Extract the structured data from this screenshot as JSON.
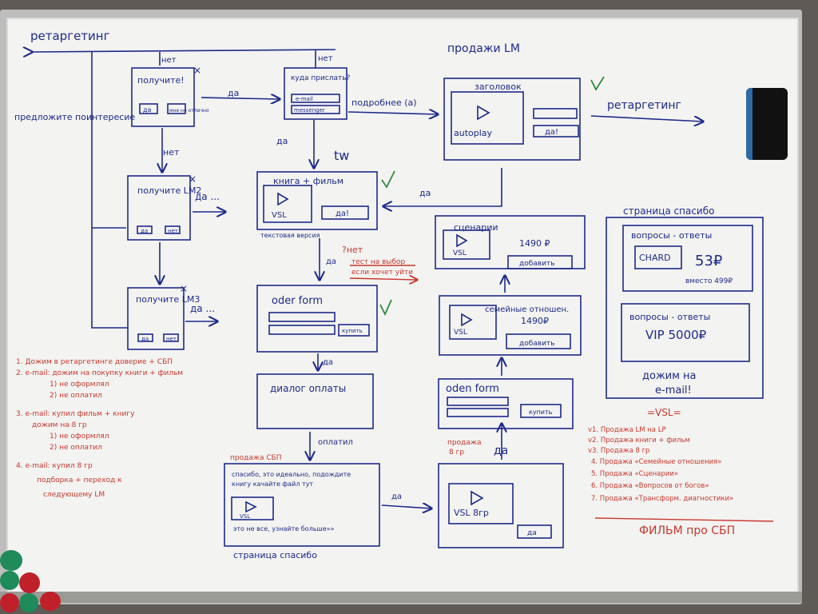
{
  "retargeting_top": "ретаргетинг",
  "offer_interest": "предложите поинтересие",
  "sales_lm_title": "продажи LM",
  "lm_page": {
    "header": "заголовок",
    "autoplay": "autoplay",
    "yes": "да!",
    "check": "✓"
  },
  "retargeting_right": "ретаргетинг",
  "get_box": {
    "title": "получите!",
    "btn_yes": "да",
    "btn_no": "мне не отлично",
    "x": "×",
    "no_top": "нет",
    "no_left": "нет"
  },
  "where_send": {
    "title": "куда прислать?",
    "field1": "e-mail",
    "field2": "messenger",
    "no_top": "нет",
    "yes": "да"
  },
  "more_label": "подробнее (а)",
  "lm2_box": {
    "title": "получите LM2",
    "btn_yes": "да",
    "btn_no": "нет",
    "x": "×",
    "yes": "да ..."
  },
  "lm3_box": {
    "title": "получите LM3",
    "btn_yes": "да",
    "btn_no": "нет",
    "x": "×",
    "yes": "да ..."
  },
  "tw_label": "tw",
  "book_film": {
    "title": "книга + фильм",
    "vsl": "VSL",
    "yes_btn": "да!",
    "caption": "текстовая версия",
    "check": "✓"
  },
  "yes_label_flow": "да",
  "red_note": {
    "q": "?нет",
    "line1": "тест на выбор",
    "line2": "если хочет уйти"
  },
  "order_form_1": {
    "title": "oder form",
    "btn": "купить",
    "check": "✓",
    "yes": "да"
  },
  "payment_dialog": {
    "title": "диалог оплаты",
    "paid": "оплатил"
  },
  "scenarios": {
    "title": "сценарии",
    "price": "1490 ₽",
    "vsl": "VSL",
    "btn": "добавить"
  },
  "family": {
    "title": "семейные отношен.",
    "price": "1490₽",
    "vsl": "VSL",
    "btn": "добавить"
  },
  "order_form_2": {
    "title": "oden form",
    "btn": "купить"
  },
  "thanks_page_right": {
    "title": "страница спасибо",
    "qa1_title": "вопросы - ответы",
    "qa1_badge": "CHARD",
    "qa1_price": "53₽",
    "qa1_old": "вместо 499₽",
    "qa2_title": "вопросы - ответы",
    "qa2_vip": "VIP 5000₽",
    "footer1": "дожим на",
    "footer2": "e-mail!"
  },
  "sbp": {
    "top_label": "продажа СБП",
    "text1": "спасибо, это идеально, подождите",
    "text2": "книгу качайте файл тут",
    "vsl": "VSL",
    "bottom_text": "это не все, узнайте больше»»",
    "caption": "страница спасибо",
    "yes": "да"
  },
  "vsl8": {
    "top1": "продажа",
    "top2": "8 гр",
    "yes_top": "да",
    "vsl": "VSL 8гр",
    "btn": "да"
  },
  "red_left": [
    "1. Дожим в ретаргетинге доверие + СБП",
    "2. e-mail: дожим на покупку книги + фильм",
    "1) не оформлял",
    "2) не оплатил",
    "3. e-mail: купил фильм + книгу",
    "дожим на 8 гр",
    "1) не оформлял",
    "2) не оплатил",
    "4. e-mail: купил 8 гр",
    "подборка + переход к",
    "следующему LM"
  ],
  "vsl_list": {
    "title": "=VSL=",
    "items": [
      "v1. Продажа LM на LP",
      "v2. Продажа книги + фильм",
      "v3. Продажа 8 гр",
      "4. Продажа «Семейные отношения»",
      "5. Продажа «Сценарии»",
      "6. Продажа «Вопросов от богов»",
      "7. Продажа «Трансформ. диагностики»"
    ],
    "footer": "ФИЛЬМ про СБП"
  }
}
